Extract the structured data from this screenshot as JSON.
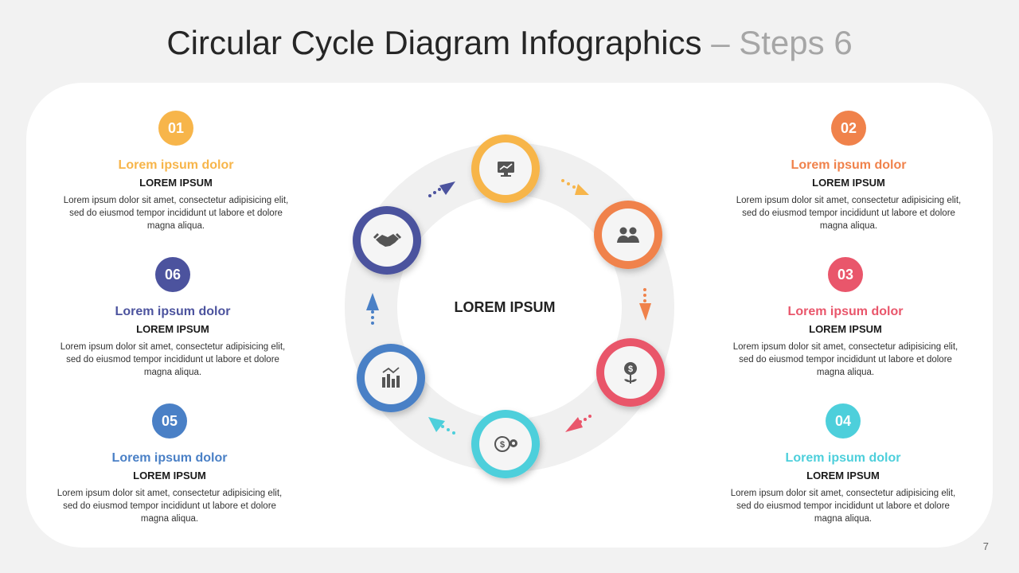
{
  "title": {
    "main": "Circular Cycle Diagram Infographics",
    "sub": "– Steps 6"
  },
  "center_label": "LOREM IPSUM",
  "page_number": "7",
  "steps": [
    {
      "number": "01",
      "title": "Lorem ipsum dolor",
      "subtitle": "LOREM IPSUM",
      "body": "Lorem ipsum dolor sit amet, consectetur adipisicing elit, sed do eiusmod tempor incididunt ut labore et dolore magna aliqua.",
      "color": "#f7b54a",
      "icon": "monitor-chart-icon"
    },
    {
      "number": "02",
      "title": "Lorem ipsum dolor",
      "subtitle": "LOREM IPSUM",
      "body": "Lorem ipsum dolor sit amet, consectetur adipisicing elit, sed do eiusmod tempor incididunt ut labore et dolore magna aliqua.",
      "color": "#f0824b",
      "icon": "users-icon"
    },
    {
      "number": "03",
      "title": "Lorem ipsum dolor",
      "subtitle": "LOREM IPSUM",
      "body": "Lorem ipsum dolor sit amet, consectetur adipisicing elit, sed do eiusmod tempor incididunt ut labore et dolore magna aliqua.",
      "color": "#e9566b",
      "icon": "money-plant-icon"
    },
    {
      "number": "04",
      "title": "Lorem ipsum dolor",
      "subtitle": "LOREM IPSUM",
      "body": "Lorem ipsum dolor sit amet, consectetur adipisicing elit, sed do eiusmod tempor incididunt ut labore et dolore magna aliqua.",
      "color": "#4dcfdb",
      "icon": "dollar-gear-icon"
    },
    {
      "number": "05",
      "title": "Lorem ipsum dolor",
      "subtitle": "LOREM IPSUM",
      "body": "Lorem ipsum dolor sit amet, consectetur adipisicing elit, sed do eiusmod tempor incididunt ut labore et dolore magna aliqua.",
      "color": "#4a80c6",
      "icon": "bar-chart-icon"
    },
    {
      "number": "06",
      "title": "Lorem ipsum dolor",
      "subtitle": "LOREM IPSUM",
      "body": "Lorem ipsum dolor sit amet, consectetur adipisicing elit, sed do eiusmod tempor incididunt ut labore et dolore magna aliqua.",
      "color": "#4c539e",
      "icon": "handshake-icon"
    }
  ]
}
